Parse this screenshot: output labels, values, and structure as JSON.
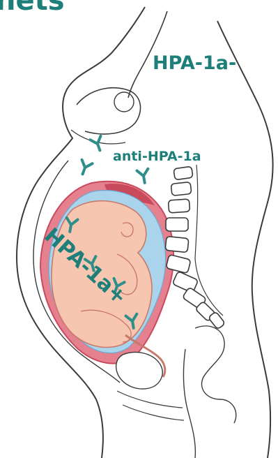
{
  "header": {
    "cropped_text": "nets"
  },
  "labels": {
    "mother": "HPA-1a-",
    "antibody": "anti-HPA-1a",
    "fetus": "HPA-1a+"
  },
  "icons": {
    "antibody": "y-shaped-antibody-icon"
  },
  "colors": {
    "label_teal": "#1e7f7a",
    "antibody_teal": "#2f8e8a",
    "outline": "#3a3a3a",
    "fetus_skin": "#f7c6b0",
    "fetus_outline": "#c87a6a",
    "amniotic_fluid": "#a9d4ec",
    "uterus_wall": "#e5808f",
    "uterus_dark": "#c84a5c"
  }
}
